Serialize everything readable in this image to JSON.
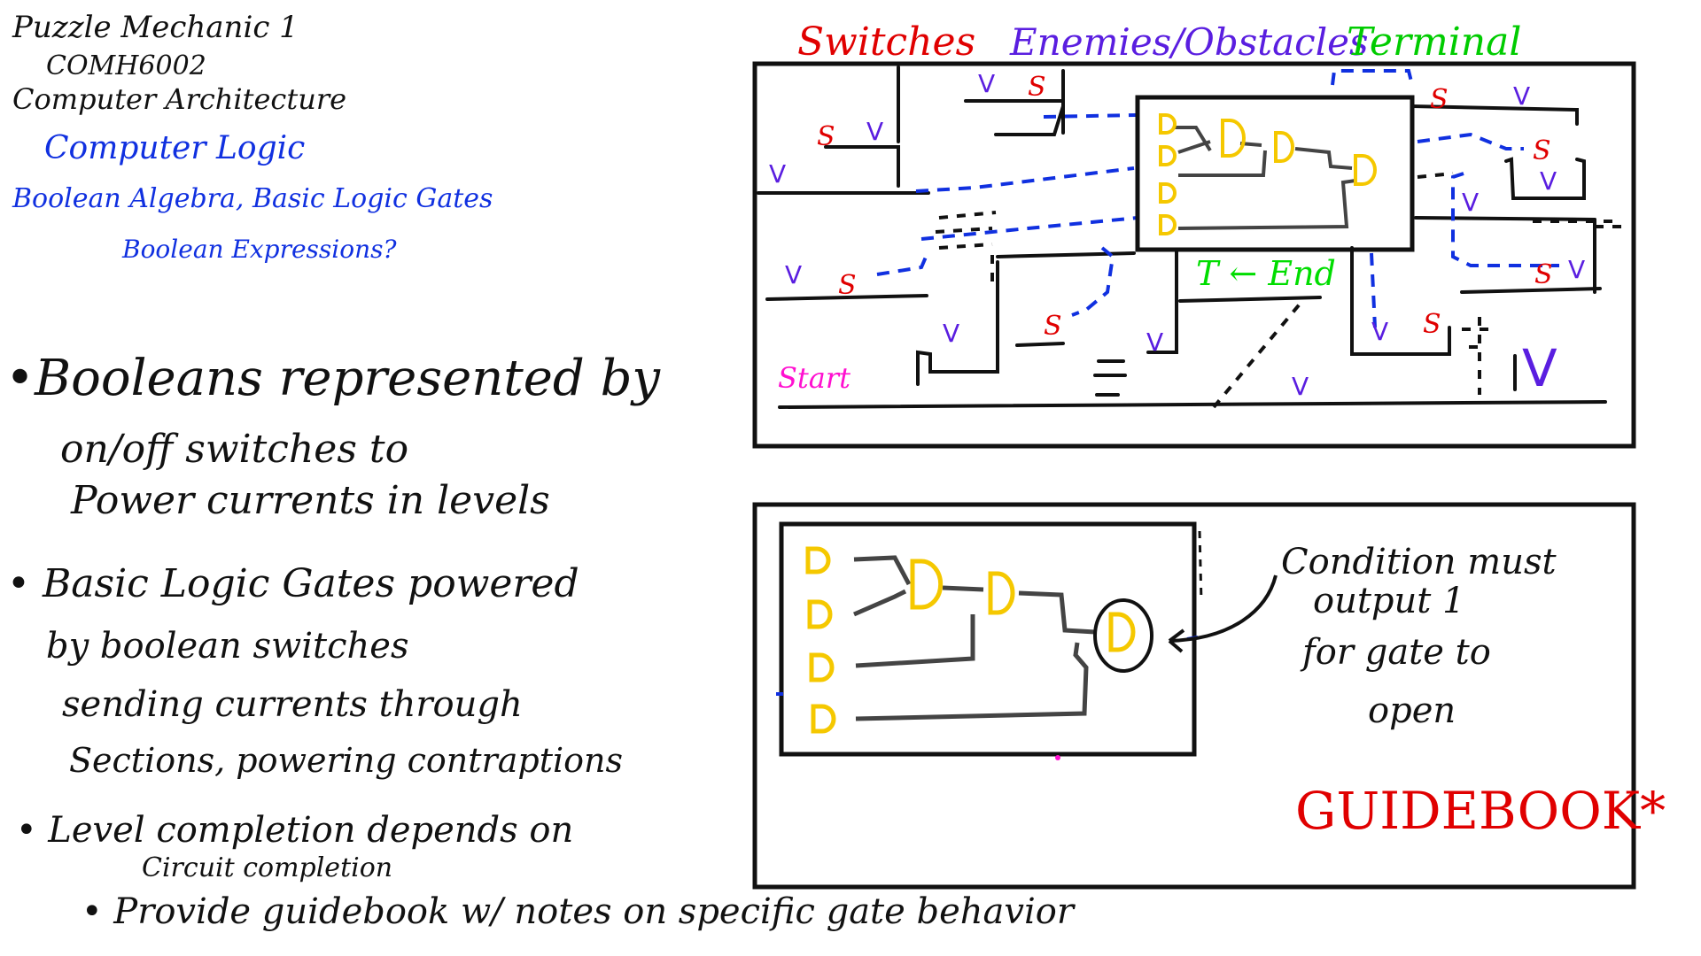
{
  "header": {
    "line1": "Puzzle Mechanic 1",
    "line2": "COMH6002",
    "line3": "Computer Architecture",
    "topic1": "Computer Logic",
    "topic2": "Boolean Algebra, Basic Logic Gates",
    "topic3": "Boolean Expressions?"
  },
  "notes": {
    "b1_l1": "•Booleans represented by",
    "b1_l2": "on/off switches to",
    "b1_l3": "Power currents in levels",
    "b2_l1": "• Basic Logic Gates powered",
    "b2_l2": "by boolean switches",
    "b2_l3": "sending currents through",
    "b2_l4": "Sections, powering contraptions",
    "b3_l1": "• Level completion depends on",
    "b3_l2": "Circuit completion",
    "b4_l1": "• Provide guidebook w/ notes on specific gate behavior"
  },
  "legend": {
    "switches": "Switches",
    "enemies": "Enemies/Obstacles",
    "terminal": "Terminal"
  },
  "level_map": {
    "switch_mark": "S",
    "enemy_mark": "V",
    "end_label": "T ← End",
    "start_label": "Start"
  },
  "detail_panel": {
    "callout_l1": "Condition must",
    "callout_l2": "output 1",
    "callout_l3": "for gate to",
    "callout_l4": "open",
    "guidebook": "GUIDEBOOK*"
  },
  "colors": {
    "ink": "#111111",
    "blue": "#1030e0",
    "red": "#e00000",
    "purple": "#5a1ee0",
    "green": "#00dd00",
    "magenta": "#ff10d0",
    "gate_yellow": "#f5c800",
    "wire_gray": "#444444"
  }
}
